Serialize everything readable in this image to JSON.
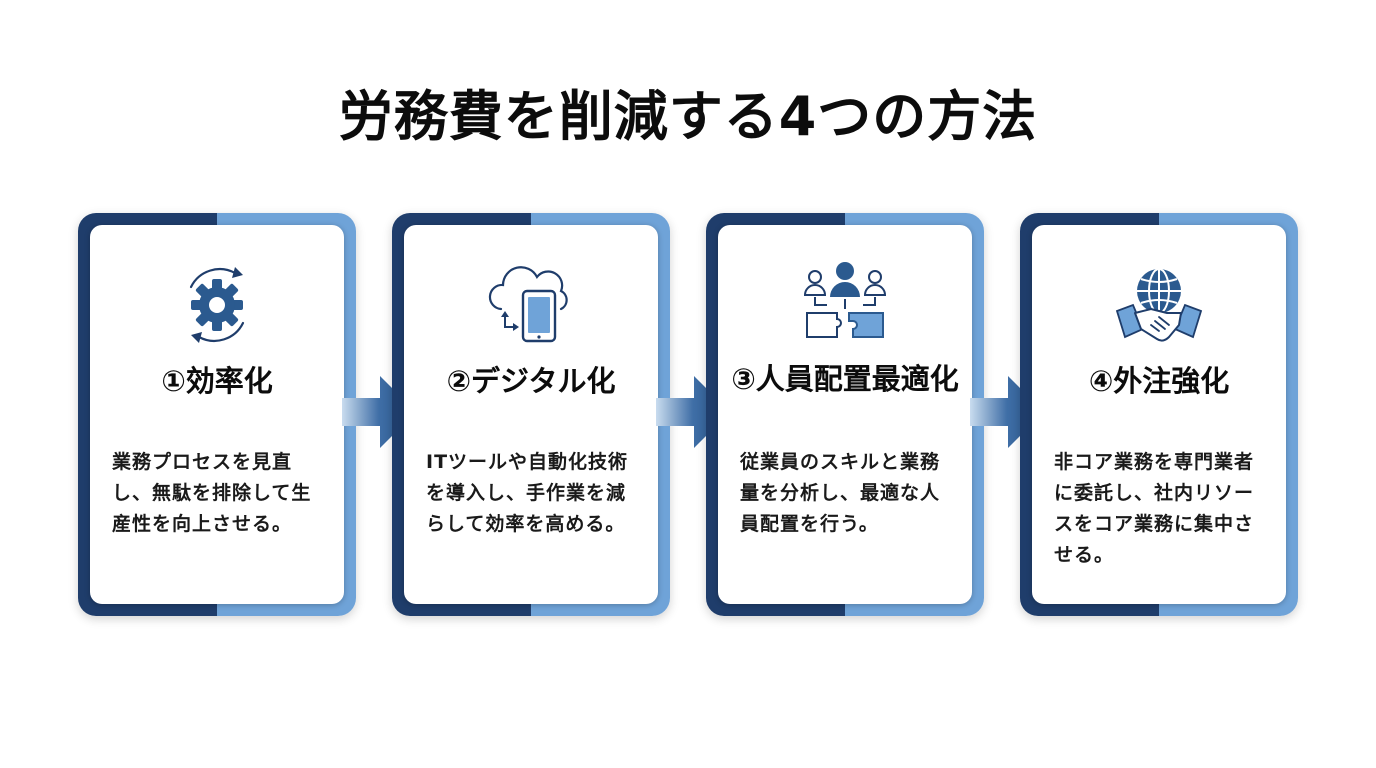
{
  "title": "労務費を削減する4つの方法",
  "cards": [
    {
      "title": "①効率化",
      "body": "業務プロセスを見直し、無駄を排除して生産性を向上させる。",
      "icon": "gear-cycle-icon"
    },
    {
      "title": "②デジタル化",
      "body": "ITツールや自動化技術を導入し、手作業を減らして効率を高める。",
      "icon": "cloud-tablet-icon"
    },
    {
      "title": "③人員配置最適化",
      "body": "従業員のスキルと業務量を分析し、最適な人員配置を行う。",
      "icon": "people-puzzle-icon"
    },
    {
      "title": "④外注強化",
      "body": "非コア業務を専門業者に委託し、社内リソースをコア業務に集中させる。",
      "icon": "globe-handshake-icon"
    }
  ],
  "colors": {
    "dark_blue": "#1f3d6b",
    "light_blue": "#6fa3d8",
    "icon_blue": "#2b5a8f"
  }
}
